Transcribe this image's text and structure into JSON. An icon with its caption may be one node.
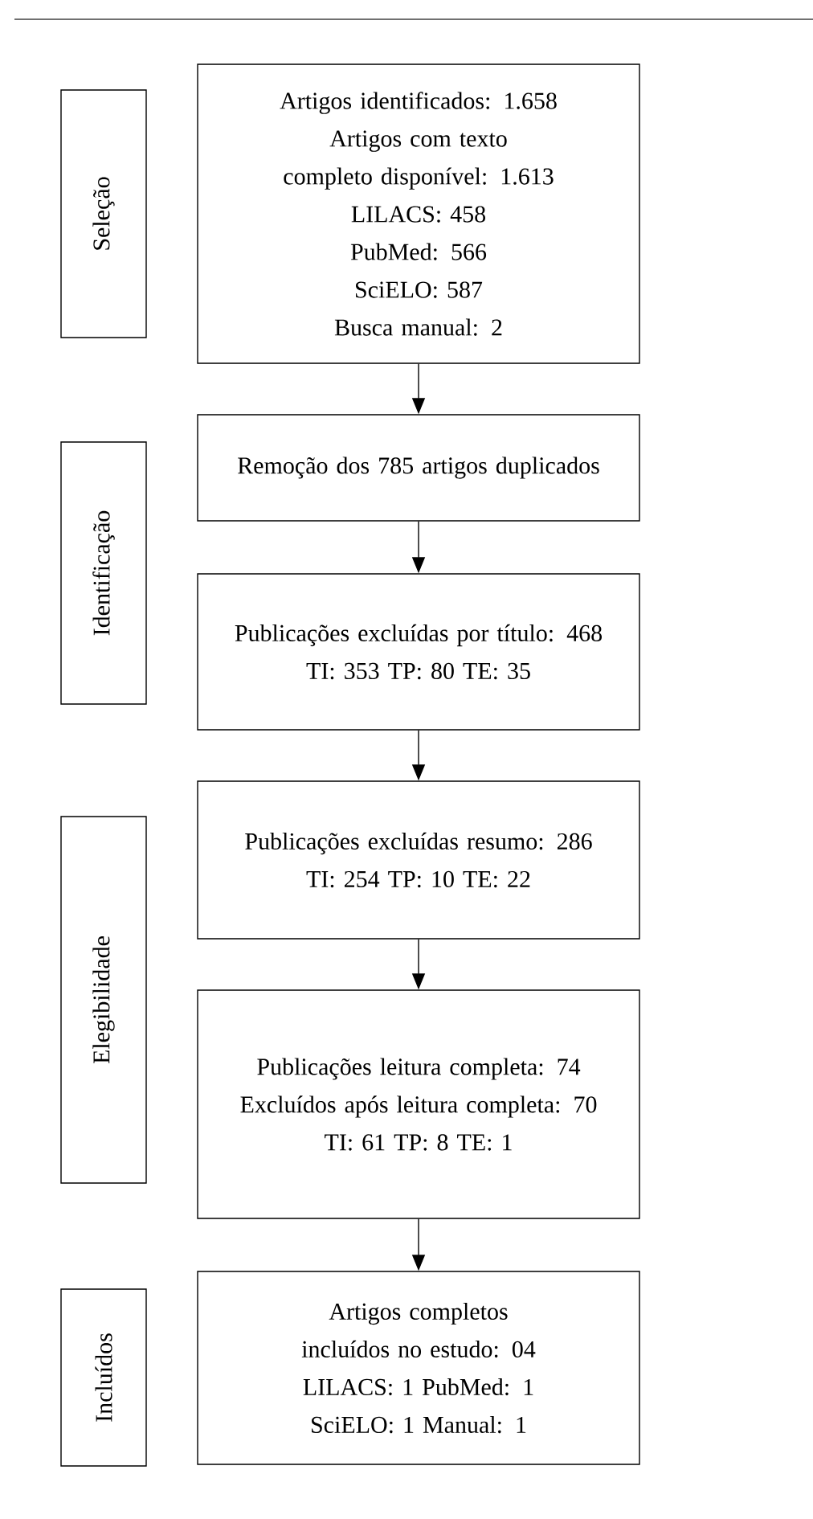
{
  "diagram": {
    "nodes": [
      {
        "text": [
          "Seleção"
        ]
      },
      {
        "text": [
          "Artigos identificados: 1.658",
          "Artigos com texto completo disponível: 1.613",
          "LILACS: 458",
          "PubMed: 566",
          "SciELO: 587",
          "Busca manual: 2"
        ]
      },
      {
        "text": [
          "Identificação"
        ]
      },
      {
        "text": [
          "Remoção dos 785 artigos duplicados"
        ]
      },
      {
        "text": [
          "Publicações excluídas por título: 468",
          "TI: 353   TP: 80   TE: 35"
        ]
      },
      {
        "text": [
          "Elegibilidade"
        ]
      },
      {
        "text": [
          "Publicações excluídas resumo: 286",
          "TI: 254   TP: 10   TE: 22"
        ]
      },
      {
        "text": [
          "Publicações leitura completa: 74",
          "Excluídos após leitura completa: 70",
          "TI: 61   TP: 8   TE: 1"
        ]
      },
      {
        "text": [
          "Incluídos"
        ]
      },
      {
        "text": [
          "Artigos completos incluídos no estudo: 04",
          "LILACS: 1   PubMed: 1",
          "SciELO: 1   Manual: 1"
        ]
      }
    ],
    "edges": [
      {
        "from": 1,
        "to": 3,
        "arrow": "to"
      },
      {
        "from": 3,
        "to": 4,
        "arrow": "to"
      },
      {
        "from": 4,
        "to": 6,
        "arrow": "to"
      },
      {
        "from": 6,
        "to": 7,
        "arrow": "to"
      },
      {
        "from": 7,
        "to": 9,
        "arrow": "to"
      }
    ]
  }
}
